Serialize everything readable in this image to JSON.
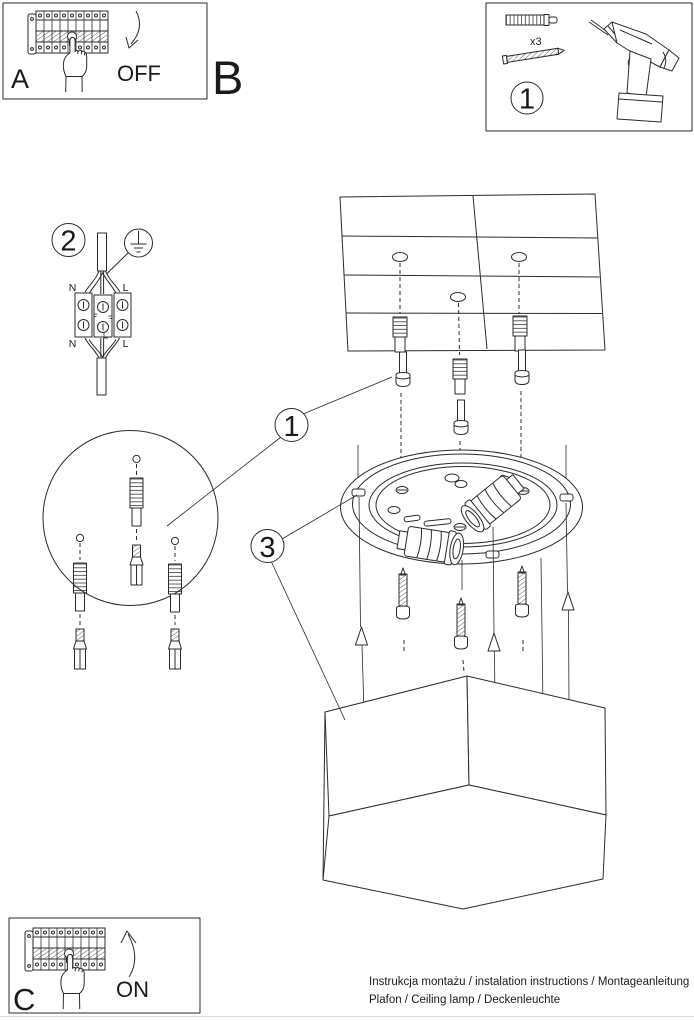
{
  "colors": {
    "ink": "#2b2b2b",
    "background": "#ffffff"
  },
  "panel_a": {
    "label": "A",
    "action": "OFF"
  },
  "section_b": {
    "label": "B"
  },
  "parts_box": {
    "badge": "1",
    "quantity": "x3"
  },
  "step_detail": {
    "badge": "1"
  },
  "wiring": {
    "badge": "2",
    "terminals": [
      "N",
      "L",
      "N",
      "L"
    ]
  },
  "mounting": {
    "badge": "3"
  },
  "panel_c": {
    "label": "C",
    "action": "ON"
  },
  "footer": {
    "line1": "Instrukcja montażu / instalation instructions / Montageanleitung",
    "line2": "Plafon / Ceiling lamp / Deckenleuchte"
  }
}
